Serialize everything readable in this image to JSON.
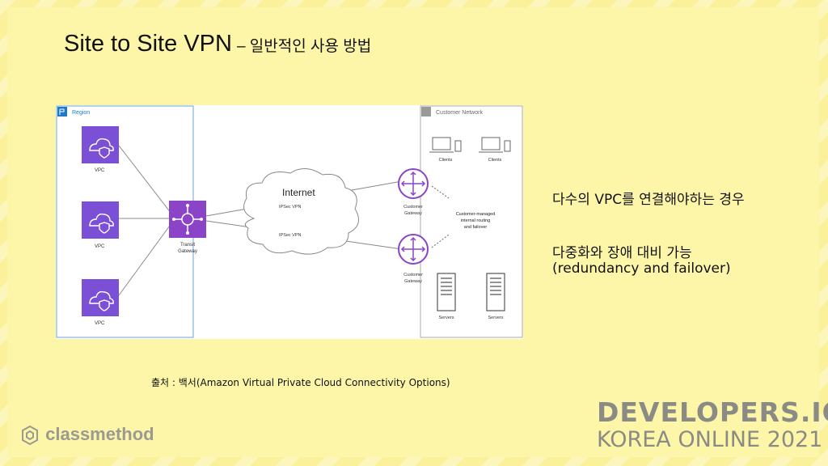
{
  "title": {
    "main": "Site to Site VPN",
    "sub": "– 일반적인 사용 방법"
  },
  "diagram": {
    "region_label": "Region",
    "customer_network_label": "Customer Network",
    "vpc_labels": [
      "VPC",
      "VPC",
      "VPC"
    ],
    "transit_gateway_label": [
      "Transit",
      "Gateway"
    ],
    "internet_label": "Internet",
    "ipsec_labels": [
      "IPSec VPN",
      "IPSec VPN"
    ],
    "customer_gateway_label": [
      "Customer",
      "Gateway"
    ],
    "routing_note": [
      "Customer-managed",
      "internal routing",
      "and failover"
    ],
    "clients_labels": [
      "Clients",
      "Clients"
    ],
    "servers_labels": [
      "Servers",
      "Servers"
    ]
  },
  "caption": "출처 : 백서(Amazon Virtual Private Cloud Connectivity Options)",
  "notes": {
    "line1": "다수의 VPC를 연결해야하는 경우",
    "line2": "다중화와 장애 대비 가능",
    "line3": "(redundancy and failover)"
  },
  "branding": {
    "classmethod": "classmethod",
    "developers": "DEVELOPERS.IO",
    "korea": "KOREA ONLINE 2021"
  },
  "colors": {
    "background": "#fbf19a",
    "vpc_purple": "#7b4fd6",
    "tgw_purple": "#8b44c8",
    "region_blue": "#1f78c8"
  }
}
